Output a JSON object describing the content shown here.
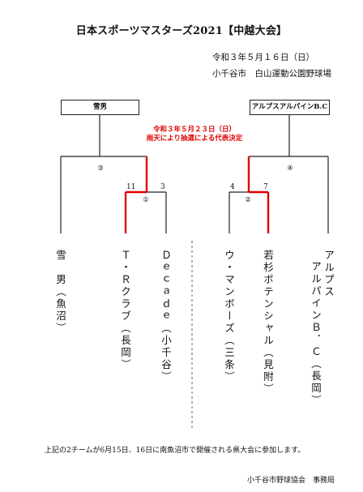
{
  "title": "日本スポーツマスターズ2021【中越大会】",
  "date": "令和３年５月１６日（日）",
  "venue": "小千谷市　白山運動公園野球場",
  "seeds": {
    "left": "雪男",
    "right": "アルプスアルパインB.C"
  },
  "rain_note": {
    "line1": "令和３年５月２３日（日）",
    "line2": "雨天により抽選による代表決定"
  },
  "matches": {
    "m1": "①",
    "m2": "②",
    "m3": "③",
    "m4": "④"
  },
  "scores": {
    "m1_left": "11",
    "m1_right": "3",
    "m2_left": "4",
    "m2_right": "7"
  },
  "teams": [
    {
      "name": "雪　男",
      "city": "（魚沼）"
    },
    {
      "name": "Ｔ・Ｒクラブ",
      "city": "（長岡）"
    },
    {
      "name": "Ｄｅｃａｄｅ",
      "city": "（小千谷）"
    },
    {
      "name": "ウ・マンボーズ",
      "city": "（三条）"
    },
    {
      "name": "若杉ポテンシャル",
      "city": "（見附）"
    },
    {
      "name": "アルプス",
      "name2": "アルパインＢ．Ｃ",
      "city": "（長岡）"
    }
  ],
  "footer_note": "上記の2チームが6月15日、16日に南魚沼市で開催される県大会に参加します。",
  "organizer": "小千谷市野球協会　事務局",
  "colors": {
    "winner_line": "#e00000",
    "line": "#222222"
  }
}
